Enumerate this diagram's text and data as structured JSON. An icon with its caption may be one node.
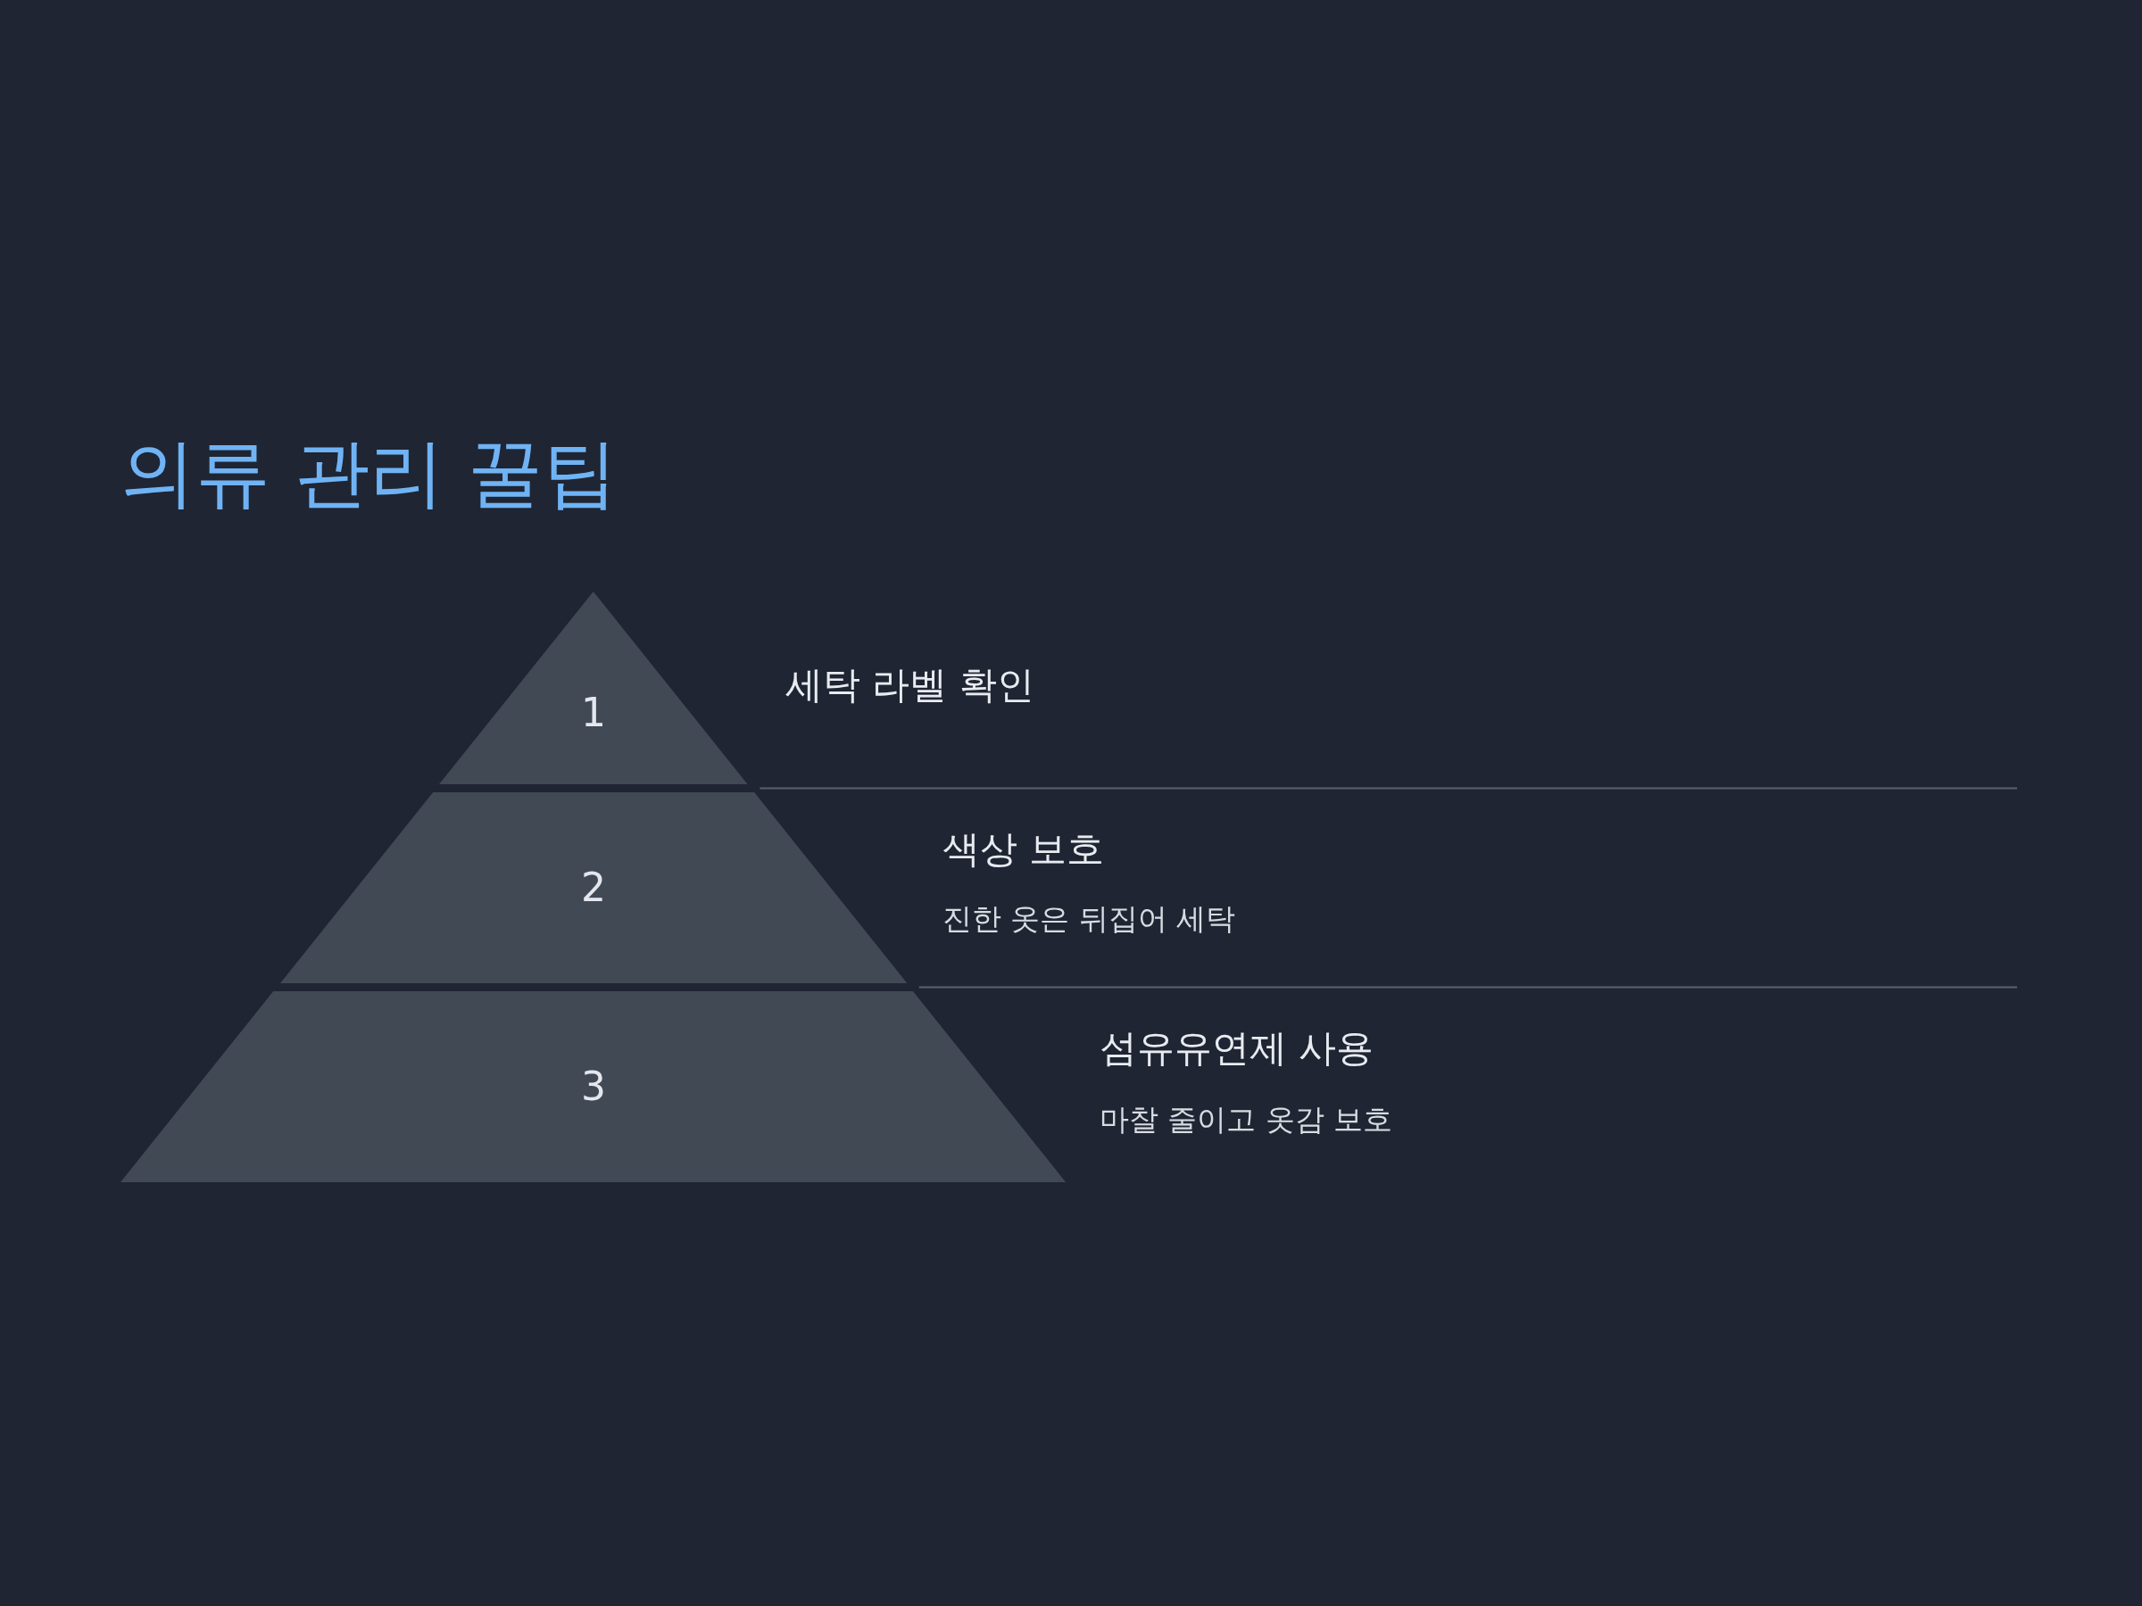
{
  "diagram": {
    "title": "의류 관리 꿀팁",
    "nodes": [
      {
        "text": [
          "1"
        ],
        "beside": [
          "세탁 라벨 확인"
        ]
      },
      {
        "text": [
          "2"
        ],
        "beside": [
          "색상 보호",
          "진한 옷은 뒤집어 세탁"
        ]
      },
      {
        "text": [
          "3"
        ],
        "beside": [
          "섬유유연제 사용",
          "마찰 줄이고 옷감 보호"
        ]
      }
    ]
  }
}
